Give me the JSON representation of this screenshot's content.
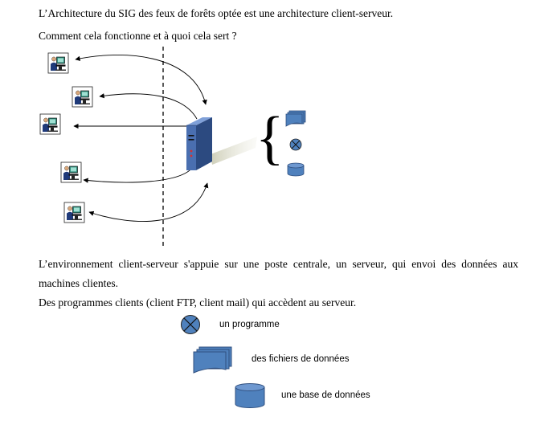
{
  "intro": {
    "line1": "L’Architecture du SIG des feux de forêts optée est une architecture client-serveur.",
    "line2": "Comment cela fonctionne et à quoi cela sert ?"
  },
  "body": {
    "para1_line1": "L’environnement client-serveur s'appuie sur une poste centrale, un serveur, qui envoi des données aux",
    "para1_line2": "machines clientes.",
    "para2": "Des programmes clients (client FTP, client mail) qui accèdent au serveur."
  },
  "legend": {
    "program": "un programme",
    "files": "des fichiers de données",
    "database": "une base de données"
  },
  "colors": {
    "accent_blue": "#4f81bd",
    "accent_blue_dark": "#2f4f7f",
    "server_front": "#4a6fb0",
    "server_side": "#2c4a80",
    "server_top": "#7fa0d8"
  },
  "icons": {
    "client": "client-computer-icon",
    "server": "server-tower-icon",
    "program": "program-circle-x-icon",
    "files": "data-files-icon",
    "database": "database-cylinder-icon"
  }
}
